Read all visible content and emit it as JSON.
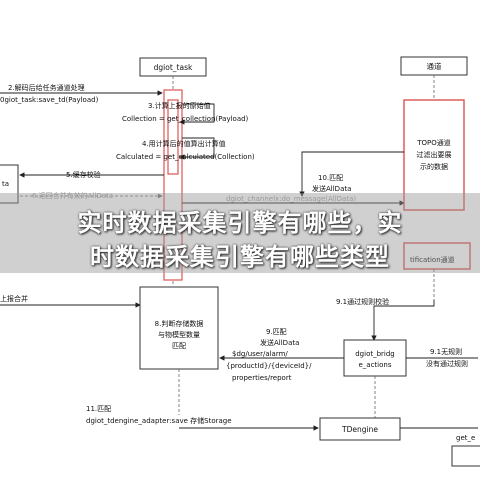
{
  "lanes": {
    "task": "dgiot_task",
    "channel": "通道"
  },
  "boxes": {
    "topo": [
      "TOPO通道",
      "过滤出要展",
      "示的数据"
    ],
    "left": "ta",
    "notification": "tification通道",
    "judge": [
      "8.判断存储数据",
      "与物模型数量",
      "匹配"
    ],
    "bridge": [
      "dgiot_bridg",
      "e_actions"
    ],
    "tdengine": "TDengine"
  },
  "labels": {
    "s2a": "2.解码后给任务通道处理",
    "s2b": "0giot_task:save_td(Payload)",
    "s3a": "3.计算上报的原始值",
    "s3b": "Collection = get_collection(Payload)",
    "s4a": "4.用计算后的值算出计算值",
    "s4b": "Calculated = get_calculated(Collection)",
    "s5": "5.缓存校验",
    "s6": "6.返回合并有效的AllData",
    "s_channel": "dgiot_channelx:do_message(AllData)",
    "s10a": "10.匹配",
    "s10b": "发送AllData",
    "s_report": "上报合并",
    "s91": "9.1通过规则校验",
    "s9a": "9.匹配",
    "s9b": "发送AllData",
    "s9c": "$dg/user/alarm/",
    "s9d": "{productId}/{deviceId}/",
    "s9e": "properties/report",
    "s911a": "9.1无规则",
    "s911b": "没有通过规则",
    "s11a": "11.匹配",
    "s11b": "dgiot_tdengine_adapter:save 存储Storage",
    "s_get": "get_e"
  },
  "overlay": {
    "line1": "实时数据采集引擎有哪些，实",
    "line2": "时数据采集引擎有哪些类型"
  },
  "colors": {
    "accent_red": "#d9534f",
    "line": "#222222"
  }
}
